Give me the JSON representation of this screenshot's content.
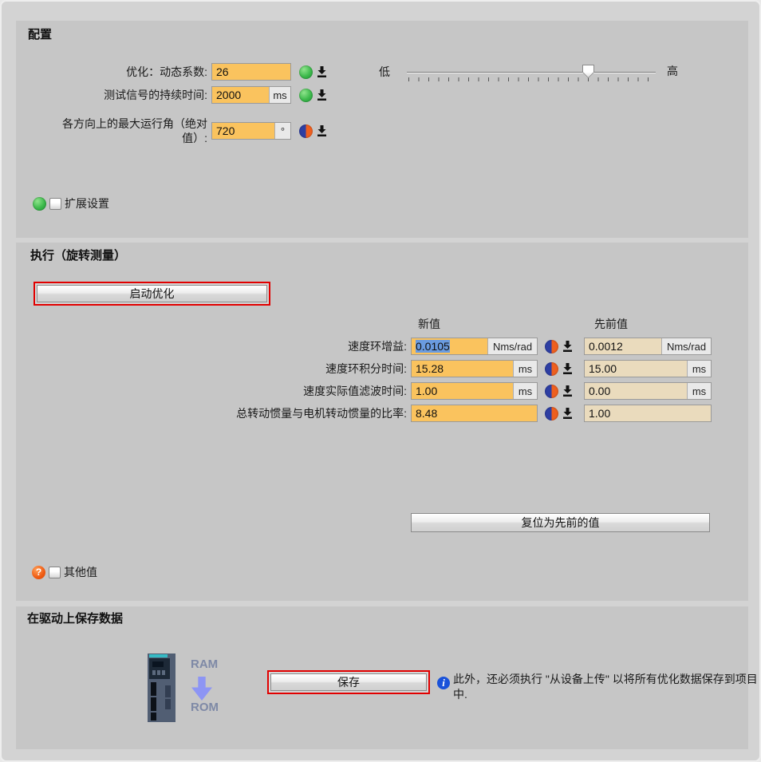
{
  "config": {
    "title": "配置",
    "rows": [
      {
        "label": "优化：动态系数:",
        "value": "26",
        "unit": "",
        "status": "green"
      },
      {
        "label": "测试信号的持续时间:",
        "value": "2000",
        "unit": "ms",
        "status": "green"
      },
      {
        "label": "各方向上的最大运行角（绝对值）:",
        "value": "720",
        "unit": "°",
        "status": "blue-orange"
      }
    ],
    "slider": {
      "left_label": "低",
      "right_label": "高",
      "position_pct": 73
    },
    "extended_settings_label": "扩展设置"
  },
  "execute": {
    "title": "执行（旋转测量）",
    "start_button_label": "启动优化",
    "columns": {
      "new": "新值",
      "previous": "先前值"
    },
    "rows": [
      {
        "label": "速度环增益:",
        "new_value": "0.0105",
        "new_unit": "Nms/rad",
        "prev_value": "0.0012",
        "prev_unit": "Nms/rad",
        "new_value_selected": true,
        "status": "blue-orange"
      },
      {
        "label": "速度环积分时间:",
        "new_value": "15.28",
        "new_unit": "ms",
        "prev_value": "15.00",
        "prev_unit": "ms",
        "new_value_selected": false,
        "status": "blue-orange"
      },
      {
        "label": "速度实际值滤波时间:",
        "new_value": "1.00",
        "new_unit": "ms",
        "prev_value": "0.00",
        "prev_unit": "ms",
        "new_value_selected": false,
        "status": "blue-orange"
      },
      {
        "label": "总转动惯量与电机转动惯量的比率:",
        "new_value": "8.48",
        "new_unit": "",
        "prev_value": "1.00",
        "prev_unit": "",
        "new_value_selected": false,
        "status": "blue-orange"
      }
    ],
    "reset_button_label": "复位为先前的值",
    "other_values_label": "其他值"
  },
  "save": {
    "title": "在驱动上保存数据",
    "ram_label": "RAM",
    "rom_label": "ROM",
    "save_button_label": "保存",
    "info_text": "此外，还必须执行 \"从设备上传\" 以将所有优化数据保存到项目中."
  },
  "colors": {
    "input_editable_bg": "#fac35e",
    "input_readonly_bg": "#eadbbd",
    "selection_bg": "#6a9bdf",
    "led_green": "#3cb94b",
    "led_blue": "#2e3fa3",
    "led_orange": "#ee5f1f",
    "highlight_frame": "#e10000",
    "info_icon": "#1a52d9",
    "ram_rom_arrow": "#8d95f4"
  }
}
